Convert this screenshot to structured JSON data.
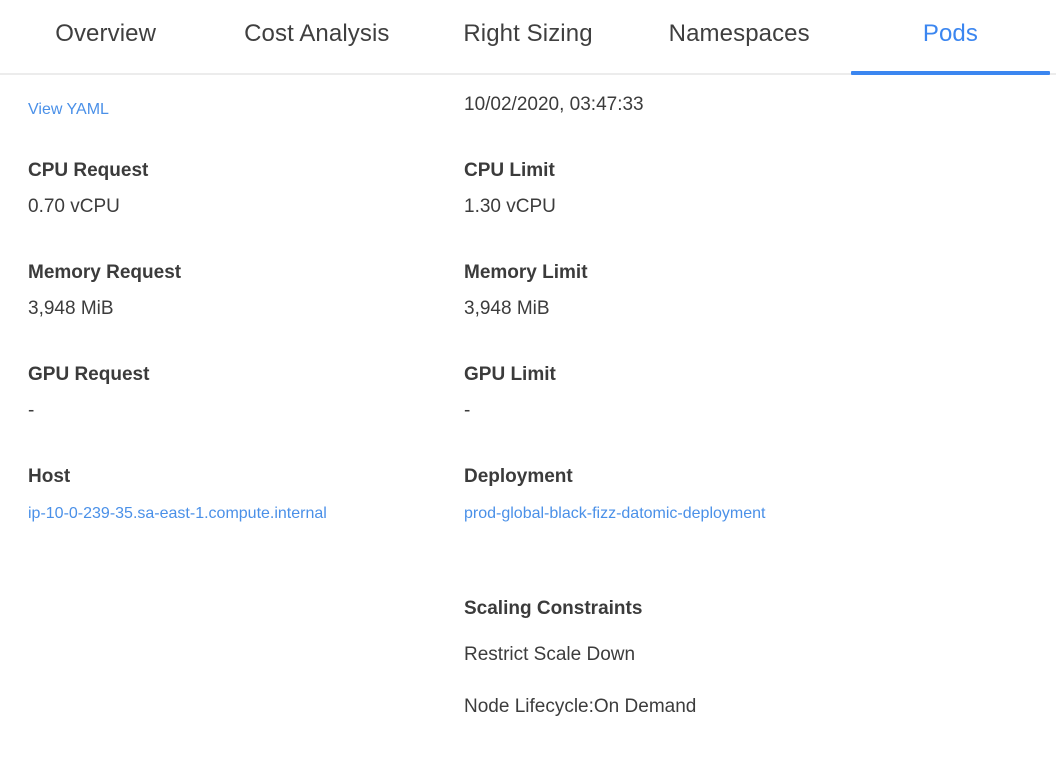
{
  "tabs": [
    {
      "label": "Overview",
      "active": false
    },
    {
      "label": "Cost Analysis",
      "active": false
    },
    {
      "label": "Right Sizing",
      "active": false
    },
    {
      "label": "Namespaces",
      "active": false
    },
    {
      "label": "Pods",
      "active": true
    }
  ],
  "colors": {
    "accent": "#3b86f0",
    "link": "#4a90e8",
    "text": "#3c3c3c",
    "label": "#3b3b3b",
    "divider": "#ececec"
  },
  "left_column": {
    "view_yaml_link": "View YAML",
    "cpu_request_label": "CPU Request",
    "cpu_request_value": "0.70 vCPU",
    "memory_request_label": "Memory Request",
    "memory_request_value": "3,948 MiB",
    "gpu_request_label": "GPU Request",
    "gpu_request_value": "-",
    "host_label": "Host",
    "host_value": "ip-10-0-239-35.sa-east-1.compute.internal"
  },
  "right_column": {
    "timestamp": "10/02/2020, 03:47:33",
    "cpu_limit_label": "CPU Limit",
    "cpu_limit_value": "1.30 vCPU",
    "memory_limit_label": "Memory Limit",
    "memory_limit_value": "3,948 MiB",
    "gpu_limit_label": "GPU Limit",
    "gpu_limit_value": "-",
    "deployment_label": "Deployment",
    "deployment_value": "prod-global-black-fizz-datomic-deployment",
    "scaling_constraints_label": "Scaling Constraints",
    "scaling_constraint_1": "Restrict Scale Down",
    "scaling_constraint_2": "Node Lifecycle:On Demand"
  }
}
